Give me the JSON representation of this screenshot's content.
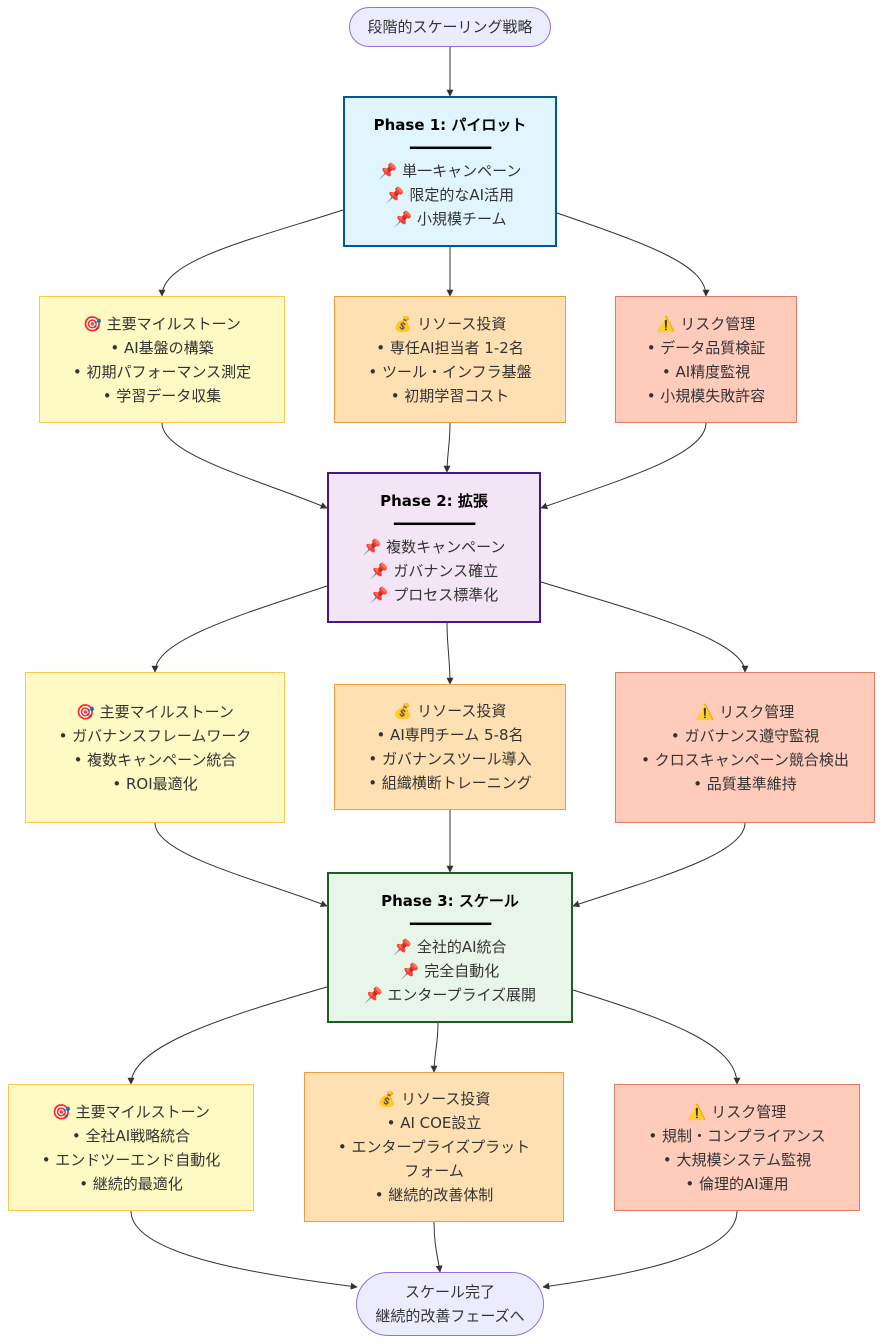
{
  "diagram": {
    "start": {
      "text": "段階的スケーリング戦略"
    },
    "phases": [
      {
        "title": "Phase 1: パイロット",
        "separator": "━━━━━━━━━━",
        "items": [
          "📌 単一キャンペーン",
          "📌 限定的なAI活用",
          "📌 小規模チーム"
        ],
        "fill": "#E1F5FE",
        "border": "#01579B"
      },
      {
        "title": "Phase 2: 拡張",
        "separator": "━━━━━━━━━━",
        "items": [
          "📌 複数キャンペーン",
          "📌 ガバナンス確立",
          "📌 プロセス標準化"
        ],
        "fill": "#F3E5F5",
        "border": "#4A148C"
      },
      {
        "title": "Phase 3: スケール",
        "separator": "━━━━━━━━━━",
        "items": [
          "📌 全社的AI統合",
          "📌 完全自動化",
          "📌 エンタープライズ展開"
        ],
        "fill": "#E8F5E9",
        "border": "#1B5E20"
      }
    ],
    "details": [
      {
        "milestone": [
          "🎯 主要マイルストーン",
          "• AI基盤の構築",
          "• 初期パフォーマンス測定",
          "• 学習データ収集"
        ],
        "resource": [
          "💰 リソース投資",
          "• 専任AI担当者 1-2名",
          "• ツール・インフラ基盤",
          "• 初期学習コスト"
        ],
        "risk": [
          "⚠️ リスク管理",
          "• データ品質検証",
          "• AI精度監視",
          "• 小規模失敗許容"
        ]
      },
      {
        "milestone": [
          "🎯 主要マイルストーン",
          "• ガバナンスフレームワーク",
          "• 複数キャンペーン統合",
          "• ROI最適化"
        ],
        "resource": [
          "💰 リソース投資",
          "• AI専門チーム 5-8名",
          "• ガバナンスツール導入",
          "• 組織横断トレーニング"
        ],
        "risk": [
          "⚠️ リスク管理",
          "• ガバナンス遵守監視",
          "• クロスキャンペーン競合検出",
          "• 品質基準維持"
        ]
      },
      {
        "milestone": [
          "🎯 主要マイルストーン",
          "• 全社AI戦略統合",
          "• エンドツーエンド自動化",
          "• 継続的最適化"
        ],
        "resource": [
          "💰 リソース投資",
          "• AI COE設立",
          "• エンタープライズプラットフォーム",
          "• 継続的改善体制"
        ],
        "risk": [
          "⚠️ リスク管理",
          "• 規制・コンプライアンス",
          "• 大規模システム監視",
          "• 倫理的AI運用"
        ]
      }
    ],
    "end": {
      "lines": [
        "スケール完了",
        "継続的改善フェーズへ"
      ]
    },
    "colors": {
      "edge": "#333333",
      "milestone": "#FFF9C4",
      "resource": "#FFE0B2",
      "risk": "#FFCCBC",
      "terminal": "#ECECFF"
    }
  }
}
